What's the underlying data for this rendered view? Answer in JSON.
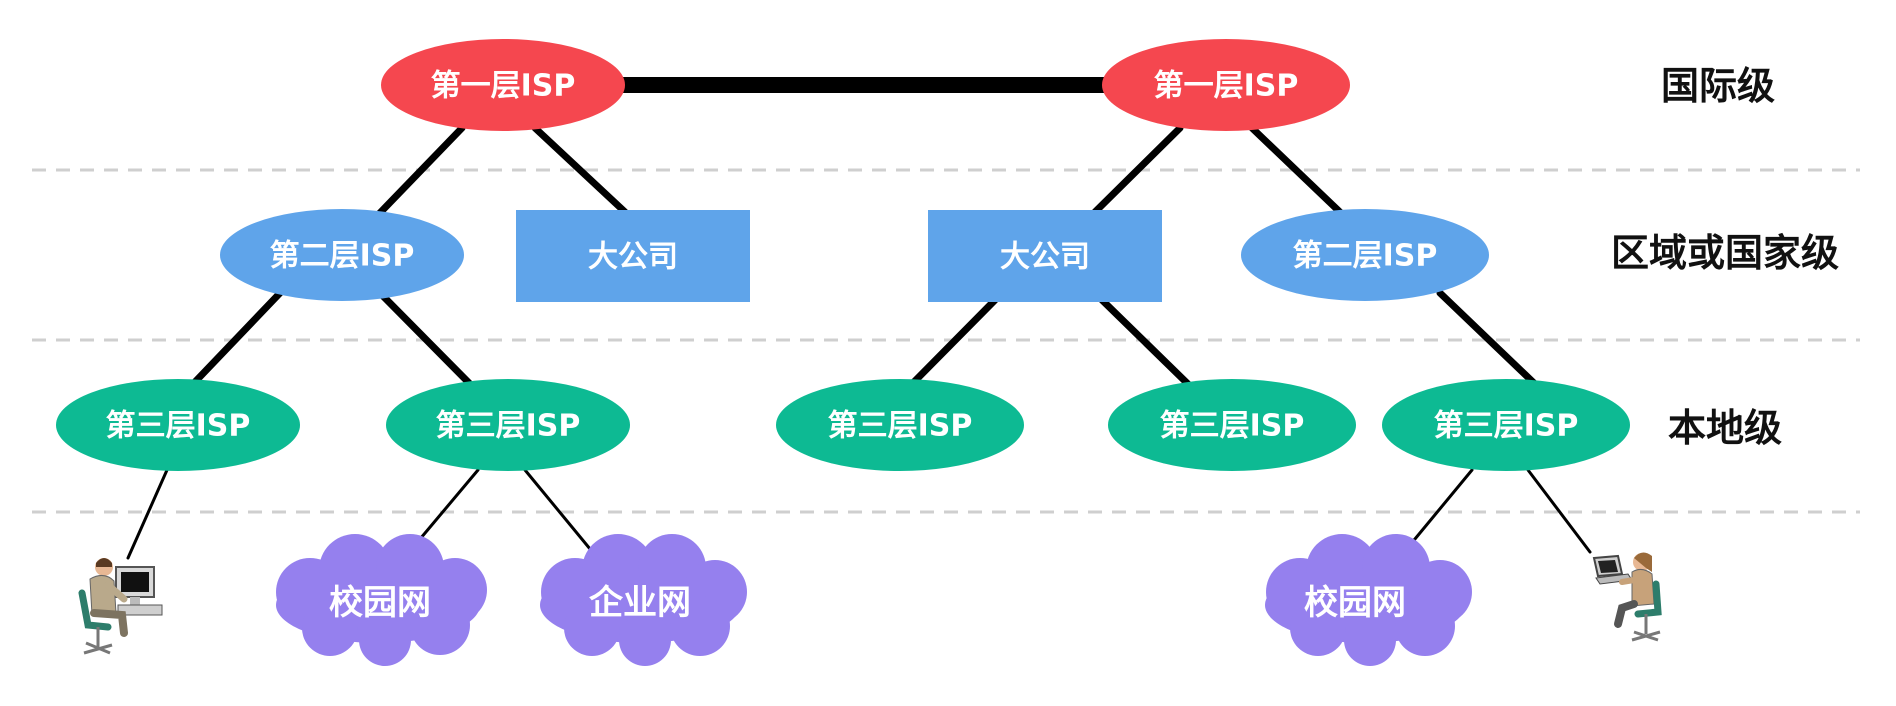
{
  "colors": {
    "tier1": "#f5474f",
    "tier2": "#5fa4ea",
    "company": "#5fa4ea",
    "tier3": "#0dba93",
    "cloud": "#9580ee",
    "link": "#000000",
    "divider": "#cfcfcf"
  },
  "levels": {
    "international": "国际级",
    "regional": "区域或国家级",
    "local": "本地级"
  },
  "nodes": {
    "tier1_left": "第一层ISP",
    "tier1_right": "第一层ISP",
    "tier2_left": "第二层ISP",
    "company_left": "大公司",
    "company_right": "大公司",
    "tier2_right": "第二层ISP",
    "tier3_a": "第三层ISP",
    "tier3_b": "第三层ISP",
    "tier3_c": "第三层ISP",
    "tier3_d": "第三层ISP",
    "tier3_e": "第三层ISP"
  },
  "clouds": {
    "campus_left": "校园网",
    "enterprise": "企业网",
    "campus_right": "校园网"
  },
  "icons": {
    "user_left": "desktop-user-icon",
    "user_right": "laptop-user-icon"
  }
}
